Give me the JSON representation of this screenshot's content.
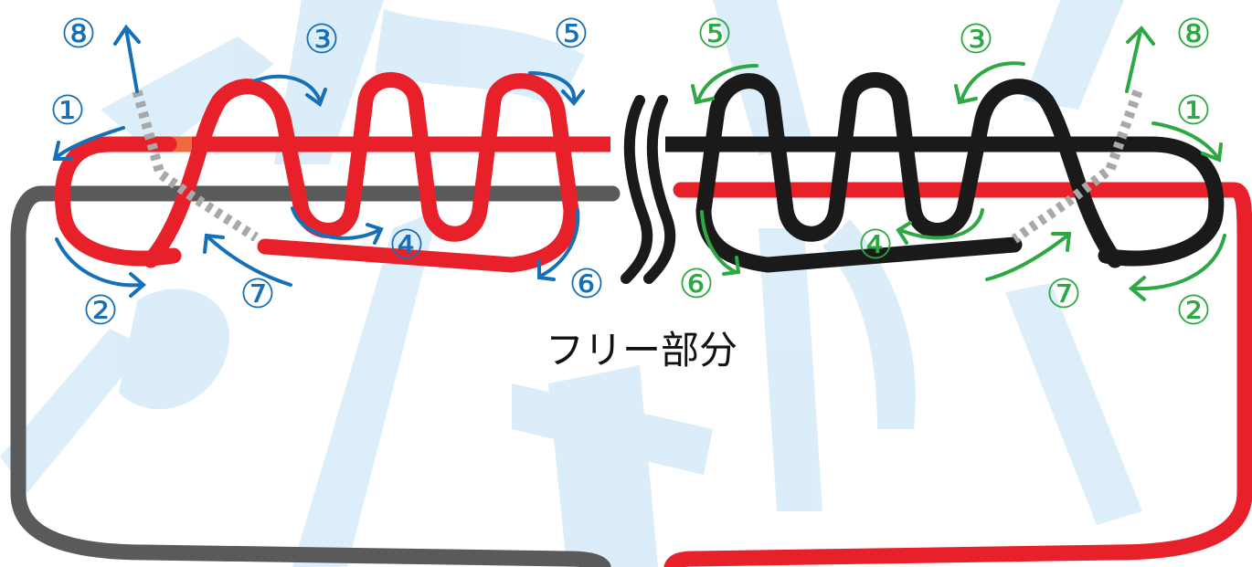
{
  "center_label": "フリー部分",
  "left_steps": [
    "⑧",
    "①",
    "②",
    "③",
    "④",
    "⑤",
    "⑥",
    "⑦"
  ],
  "right_steps": [
    "⑤",
    "③",
    "⑧",
    "①",
    "②",
    "④",
    "⑥",
    "⑦"
  ],
  "colors": {
    "left_arrows": "#1670b8",
    "right_arrows": "#2ea843",
    "red_cord": "#e8202a",
    "black_cord": "#1a1a1a",
    "gray_cord": "#5a5a5a",
    "dashed_end": "#a8a8a8",
    "orange_end": "#ef6a3c",
    "watermark": "#bfe0f4"
  }
}
